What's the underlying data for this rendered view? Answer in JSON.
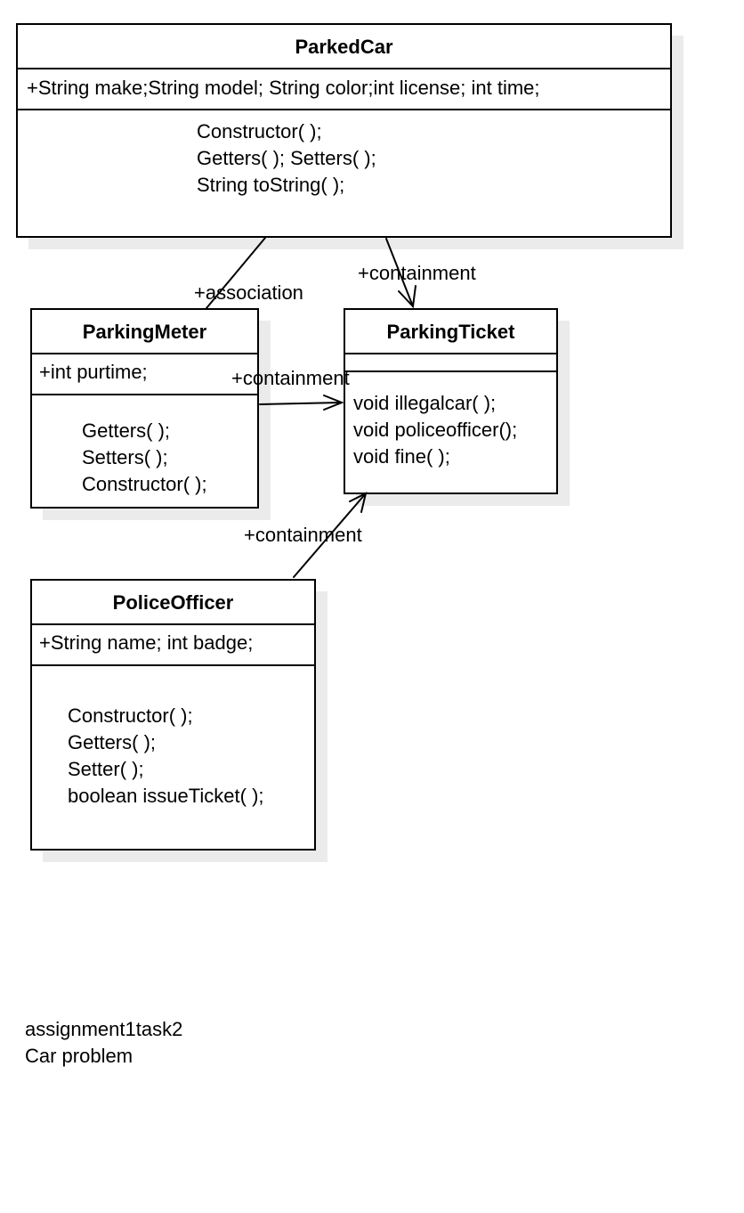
{
  "classes": {
    "parked_car": {
      "name": "ParkedCar",
      "attributes": "+String make;String model; String color;int license; int time;",
      "operations": [
        "Constructor( );",
        "Getters( ); Setters( );",
        "String toString( );"
      ]
    },
    "parking_meter": {
      "name": "ParkingMeter",
      "attributes": "+int purtime;",
      "operations": [
        "Getters( );",
        "Setters( );",
        "Constructor( );"
      ]
    },
    "parking_ticket": {
      "name": "ParkingTicket",
      "attributes": "",
      "operations": [
        "void illegalcar( );",
        "void policeofficer();",
        "void fine( );"
      ]
    },
    "police_officer": {
      "name": "PoliceOfficer",
      "attributes": "+String name; int badge;",
      "operations": [
        "Constructor( );",
        "Getters( );",
        "Setter( );",
        "boolean issueTicket( );"
      ]
    }
  },
  "relationships": {
    "car_meter": "+association",
    "car_ticket": "+containment",
    "meter_ticket": "+containment",
    "officer_ticket": "+containment"
  },
  "caption": {
    "line1": "assignment1task2",
    "line2": "Car problem"
  }
}
